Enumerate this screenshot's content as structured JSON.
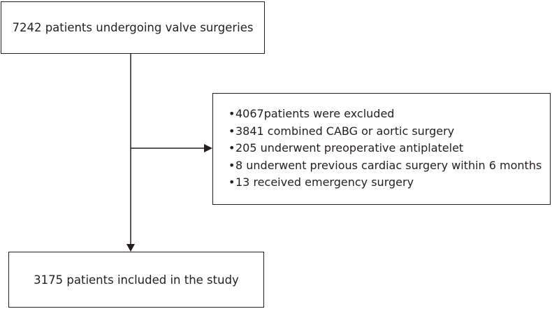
{
  "flowchart": {
    "start_box": "7242 patients undergoing valve surgeries",
    "exclusion_box": {
      "items": [
        "4067patients were excluded",
        "3841 combined CABG or aortic surgery",
        "205 underwent preoperative antiplatelet",
        "8 underwent previous cardiac surgery within 6 months",
        "13 received emergency surgery"
      ],
      "bullet": "•"
    },
    "end_box": "3175 patients included in the study"
  },
  "colors": {
    "line": "#231f20",
    "text": "#231f20",
    "background": "#ffffff"
  }
}
